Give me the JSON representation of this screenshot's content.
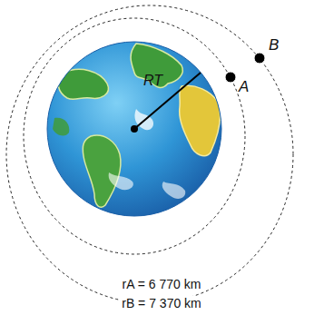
{
  "diagram": {
    "labels": [
      "B",
      "A",
      "RT",
      "rA = 6 770 km",
      "rB = 7 370 km"
    ]
  }
}
